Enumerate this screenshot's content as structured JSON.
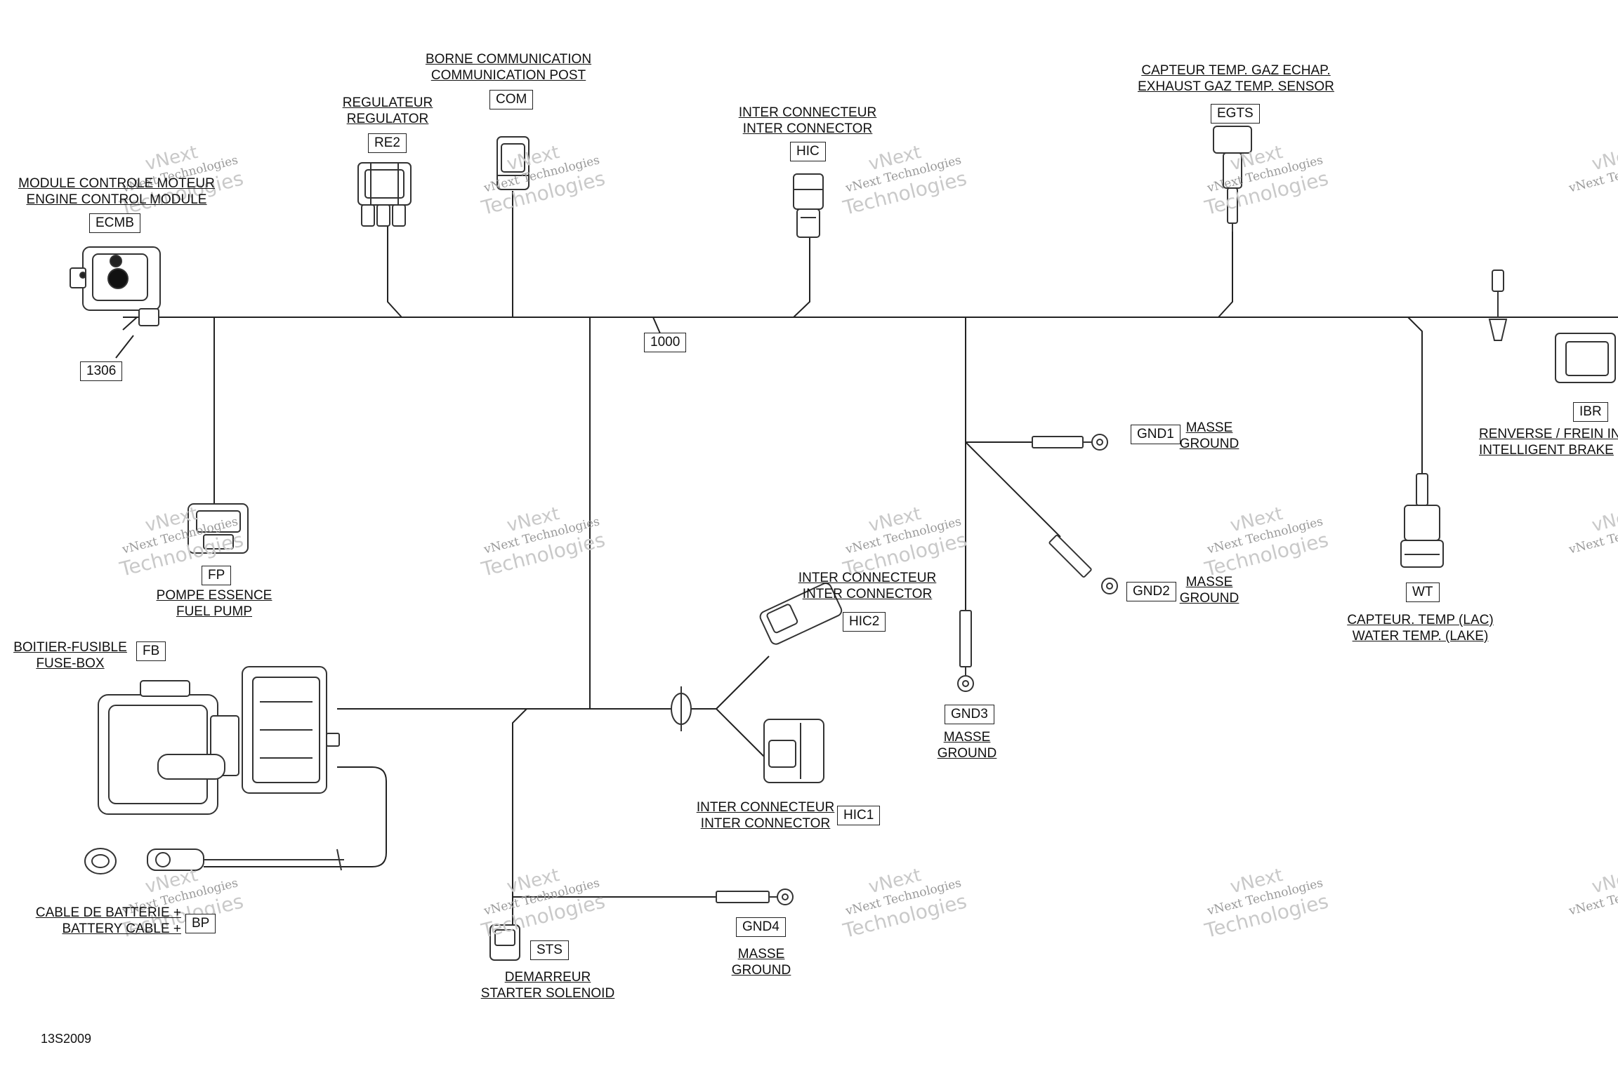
{
  "watermark": {
    "line1": "vNext",
    "line2": "vNext Technologies",
    "line3": "Technologies"
  },
  "drawing_ref": "13S2009",
  "harness": {
    "main": "1000",
    "ecm_branch": "1306"
  },
  "components": {
    "ecmb": {
      "fr": "MODULE CONTROLE MOTEUR",
      "en": "ENGINE CONTROL MODULE",
      "code": "ECMB"
    },
    "re2": {
      "fr": "REGULATEUR",
      "en": "REGULATOR",
      "code": "RE2"
    },
    "com": {
      "fr": "BORNE COMMUNICATION",
      "en": "COMMUNICATION POST",
      "code": "COM"
    },
    "hic": {
      "fr": "INTER CONNECTEUR",
      "en": "INTER CONNECTOR",
      "code": "HIC"
    },
    "egts": {
      "fr": "CAPTEUR TEMP. GAZ ECHAP.",
      "en": "EXHAUST GAZ TEMP. SENSOR",
      "code": "EGTS"
    },
    "ibr": {
      "fr": "RENVERSE / FREIN IN",
      "en": "INTELLIGENT BRAKE",
      "code": "IBR"
    },
    "gnd1": {
      "fr": "MASSE",
      "en": "GROUND",
      "code": "GND1"
    },
    "gnd2": {
      "fr": "MASSE",
      "en": "GROUND",
      "code": "GND2"
    },
    "gnd3": {
      "fr": "MASSE",
      "en": "GROUND",
      "code": "GND3"
    },
    "gnd4": {
      "fr": "MASSE",
      "en": "GROUND",
      "code": "GND4"
    },
    "wt": {
      "fr": "CAPTEUR. TEMP (LAC)",
      "en": "WATER TEMP. (LAKE)",
      "code": "WT"
    },
    "fp": {
      "fr": "POMPE ESSENCE",
      "en": "FUEL PUMP",
      "code": "FP"
    },
    "fb": {
      "fr": "BOITIER-FUSIBLE",
      "en": "FUSE-BOX",
      "code": "FB"
    },
    "hic2": {
      "fr": "INTER CONNECTEUR",
      "en": "INTER CONNECTOR",
      "code": "HIC2"
    },
    "hic1": {
      "fr": "INTER CONNECTEUR",
      "en": "INTER CONNECTOR",
      "code": "HIC1"
    },
    "bp": {
      "fr": "CABLE DE BATTERIE +",
      "en": "BATTERY CABLE +",
      "code": "BP"
    },
    "sts": {
      "fr": "DEMARREUR",
      "en": "STARTER SOLENOID",
      "code": "STS"
    }
  }
}
